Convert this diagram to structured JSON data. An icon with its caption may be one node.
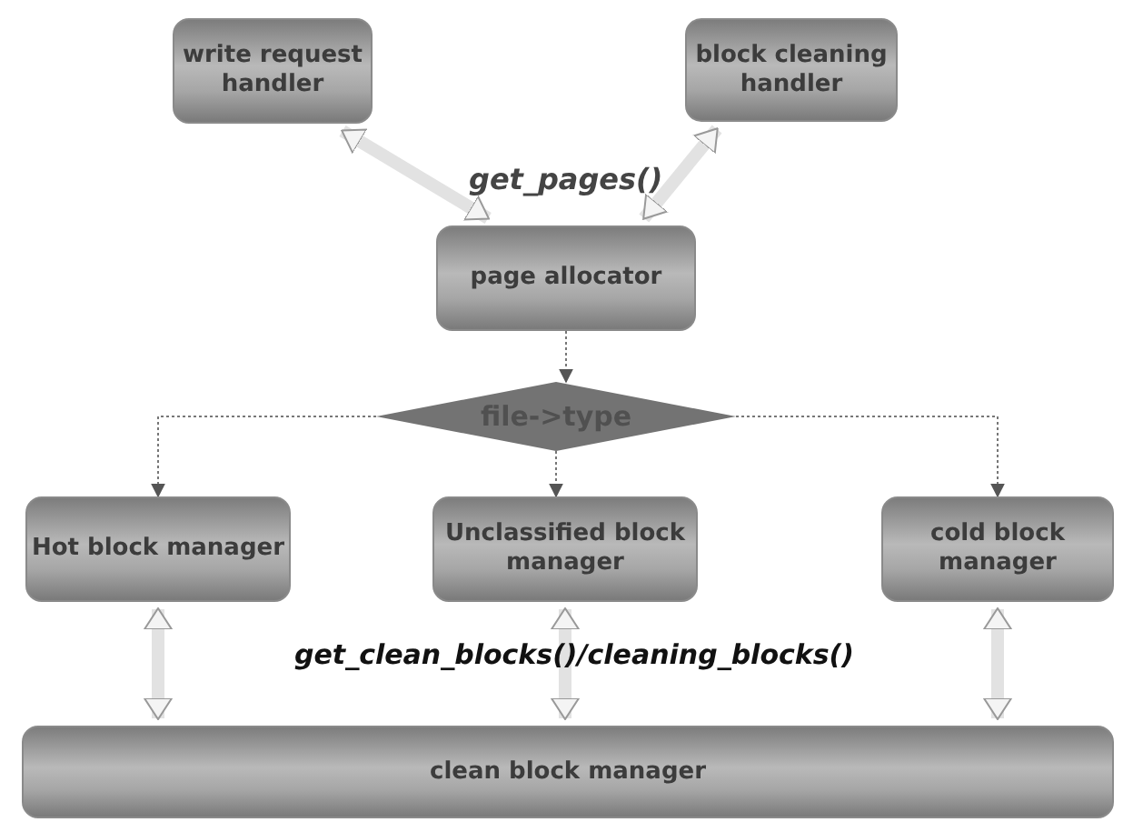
{
  "diagram": {
    "nodes": [
      {
        "text": [
          "write request handler"
        ]
      },
      {
        "text": [
          "block cleaning handler"
        ]
      },
      {
        "text": [
          "page allocator"
        ]
      },
      {
        "text": [
          "file->type"
        ]
      },
      {
        "text": [
          "Hot block manager"
        ]
      },
      {
        "text": [
          "Unclassified block manager"
        ]
      },
      {
        "text": [
          "cold block manager"
        ]
      },
      {
        "text": [
          "clean block manager"
        ]
      }
    ],
    "edges": [
      {
        "from": 0,
        "to": 2,
        "arrow": "both"
      },
      {
        "from": 1,
        "to": 2,
        "arrow": "both"
      },
      {
        "from": 2,
        "to": 3,
        "arrow": "to",
        "style": "dashed",
        "color": "#777777"
      },
      {
        "from": 3,
        "to": 4,
        "arrow": "to",
        "style": "dashed",
        "color": "#777777"
      },
      {
        "from": 3,
        "to": 5,
        "arrow": "to",
        "style": "dashed",
        "color": "#777777"
      },
      {
        "from": 3,
        "to": 6,
        "arrow": "to",
        "style": "dashed",
        "color": "#777777"
      },
      {
        "from": 4,
        "to": 7,
        "arrow": "both"
      },
      {
        "from": 5,
        "to": 7,
        "arrow": "both"
      },
      {
        "from": 6,
        "to": 7,
        "arrow": "both"
      }
    ],
    "labels": [
      "get_pages()",
      "get_clean_blocks()/cleaning_blocks()"
    ]
  }
}
